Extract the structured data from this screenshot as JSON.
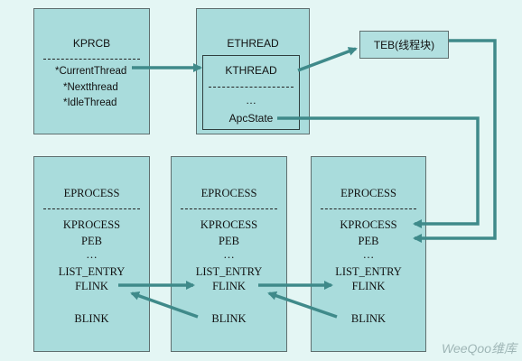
{
  "kprcb": {
    "title": "KPRCB",
    "fields": [
      "*CurrentThread",
      "*Nextthread",
      "*IdleThread"
    ]
  },
  "ethread": {
    "title": "ETHREAD",
    "kthread": "KTHREAD",
    "ellipsis": "…",
    "apcstate": "ApcState"
  },
  "teb": {
    "label": "TEB(线程块)"
  },
  "eprocesses": [
    {
      "title": "EPROCESS",
      "kprocess": "KPROCESS",
      "peb": "PEB",
      "ellipsis": "…",
      "list_entry": "LIST_ENTRY",
      "flink": "FLINK",
      "blink": "BLINK"
    },
    {
      "title": "EPROCESS",
      "kprocess": "KPROCESS",
      "peb": "PEB",
      "ellipsis": "…",
      "list_entry": "LIST_ENTRY",
      "flink": "FLINK",
      "blink": "BLINK"
    },
    {
      "title": "EPROCESS",
      "kprocess": "KPROCESS",
      "peb": "PEB",
      "ellipsis": "…",
      "list_entry": "LIST_ENTRY",
      "flink": "FLINK",
      "blink": "BLINK"
    }
  ],
  "watermark": "WeeQoo维库",
  "colors": {
    "box_fill": "#a9dcdc",
    "arrow": "#3f8a8a",
    "background": "#e4f6f4"
  }
}
